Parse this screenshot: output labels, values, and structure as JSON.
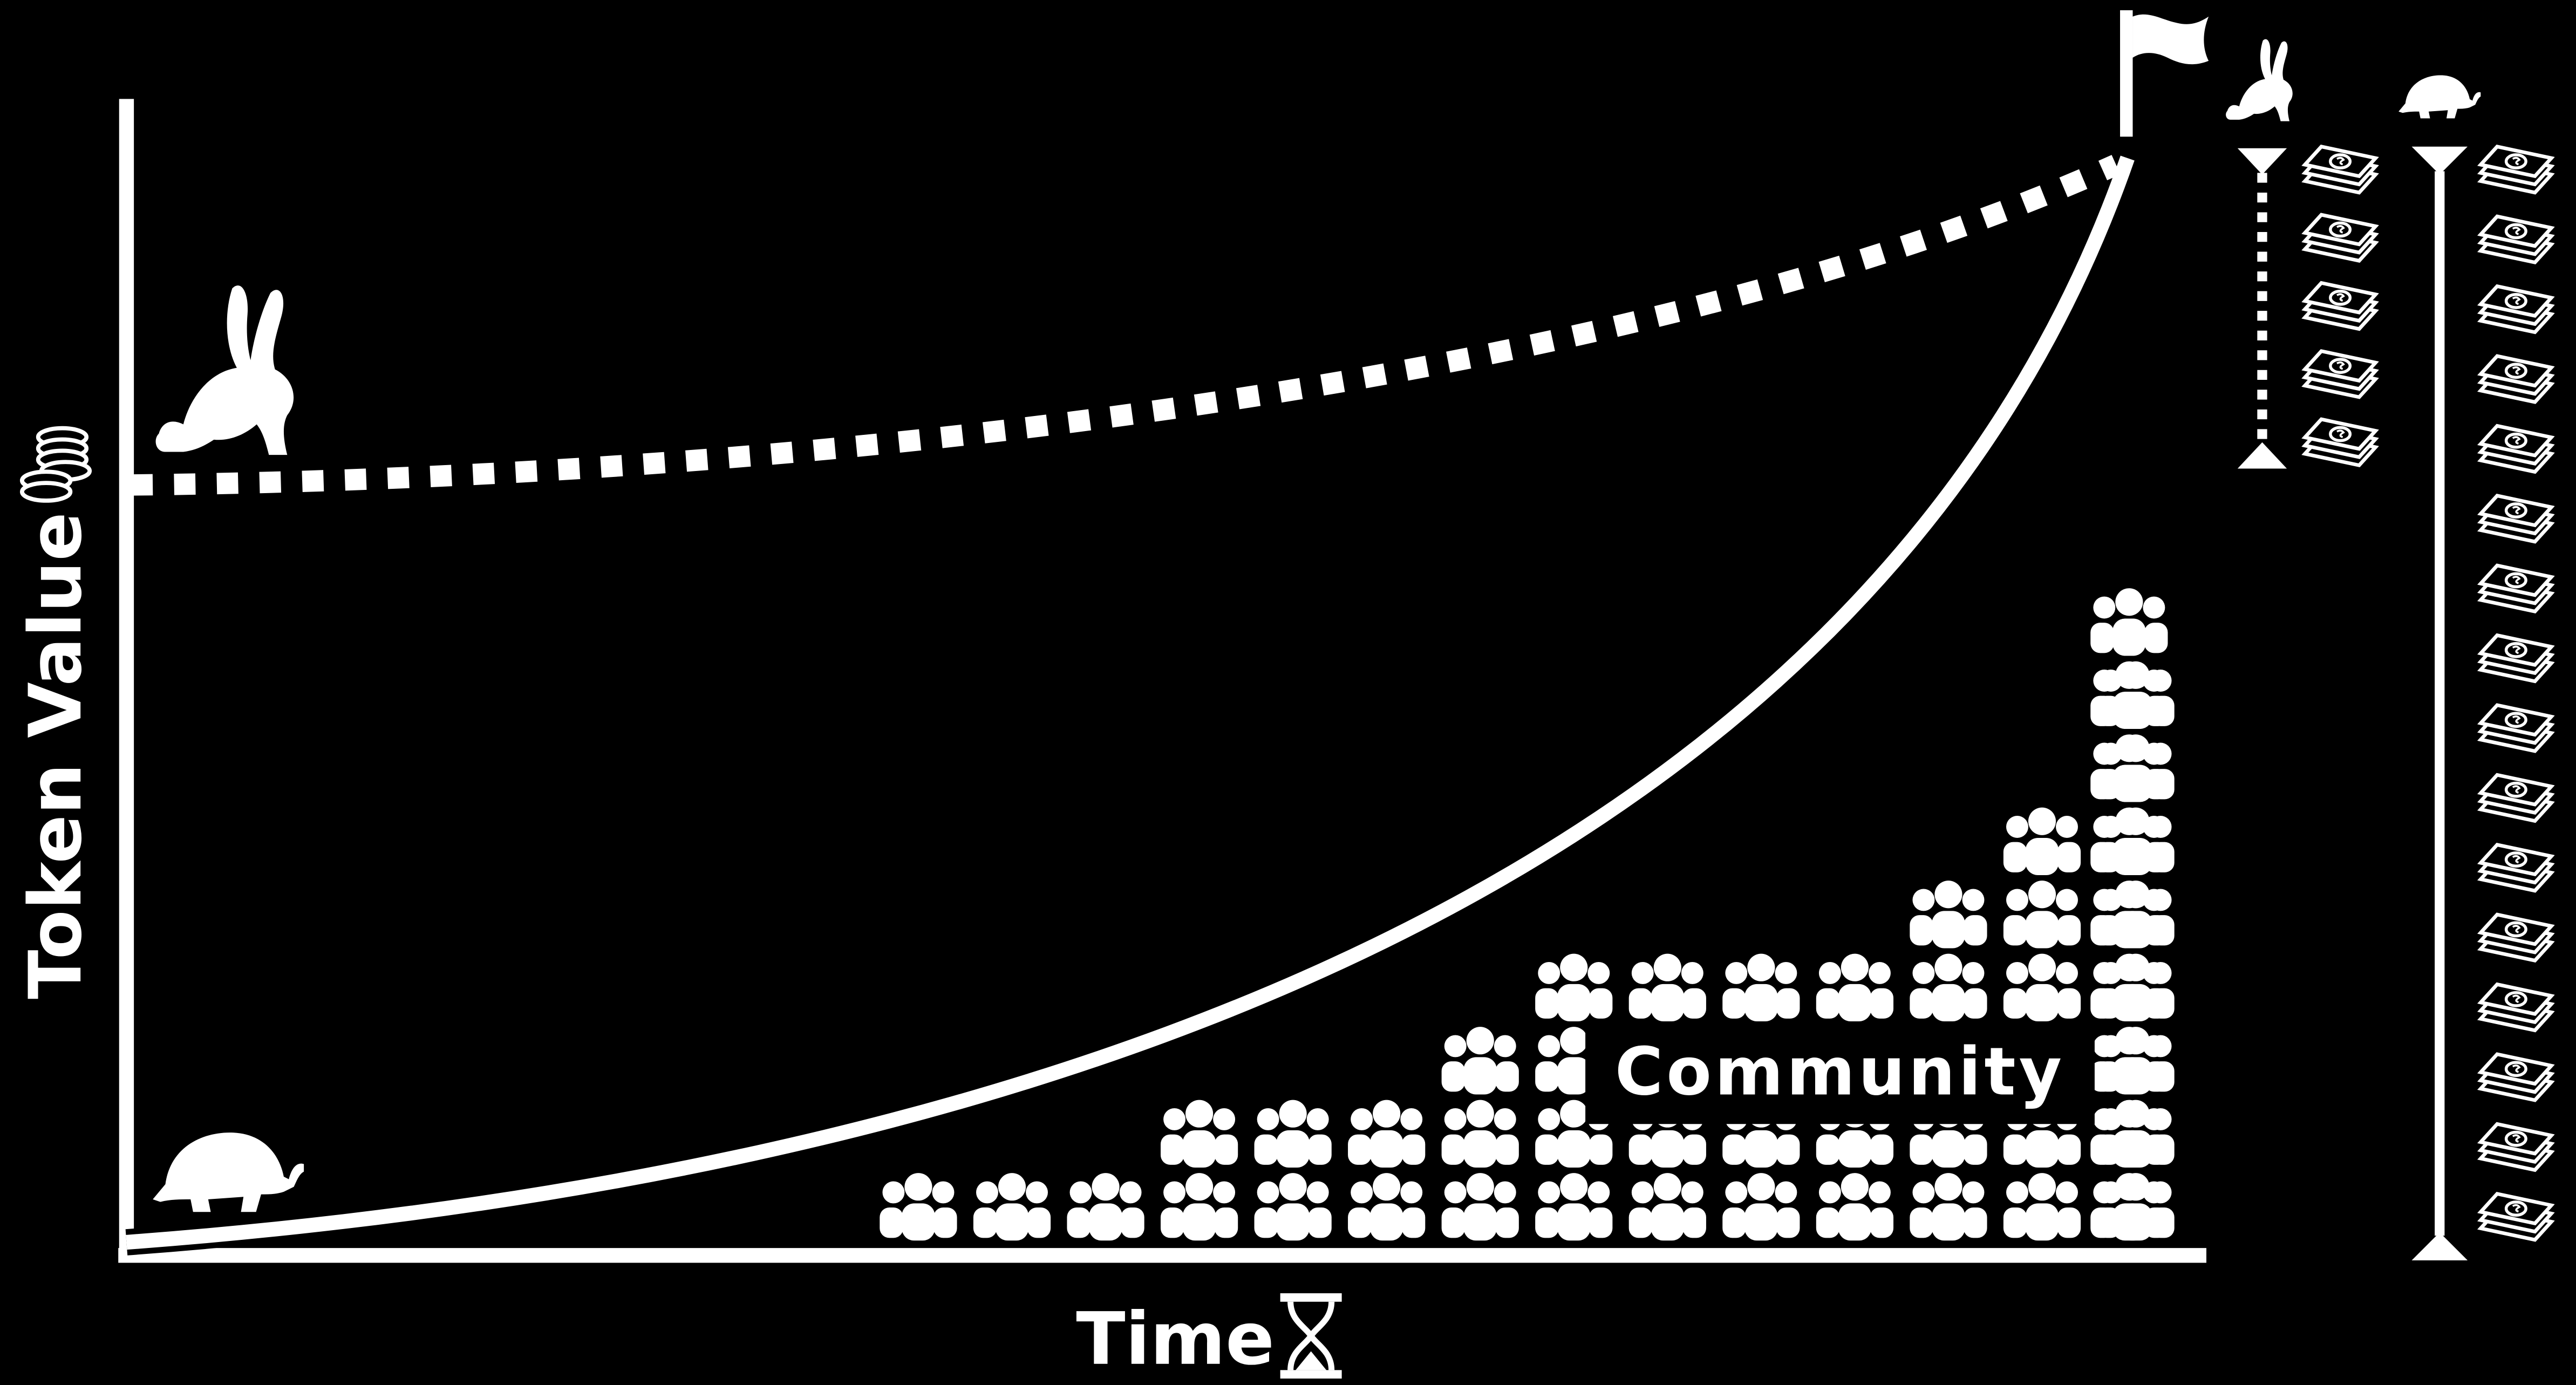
{
  "labels": {
    "y_axis": "Token Value",
    "x_axis": "Time",
    "community": "Community"
  },
  "icons": {
    "coin_stack": "coin-stack-icon",
    "hourglass": "hourglass-icon",
    "finish_flag": "finish-flag-icon",
    "rabbit": "rabbit-icon",
    "turtle": "turtle-icon",
    "people": "people-group-icon",
    "money": "money-stack-icon"
  },
  "scale": {
    "rabbit_money_stacks": 5,
    "turtle_money_stacks": 16
  },
  "colors": {
    "background": "#000000",
    "foreground": "#ffffff"
  }
}
